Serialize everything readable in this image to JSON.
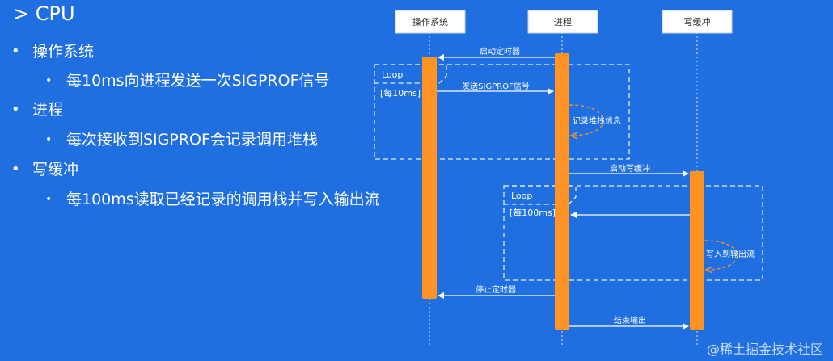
{
  "title": "> CPU",
  "bullets": [
    {
      "text": "操作系统",
      "sub": "每10ms向进程发送一次SIGPROF信号"
    },
    {
      "text": "进程",
      "sub": "每次接收到SIGPROF会记录调用堆栈"
    },
    {
      "text": "写缓冲",
      "sub": "每100ms读取已经记录的调用栈并写入输出流"
    }
  ],
  "diagram": {
    "participants": [
      "操作系统",
      "进程",
      "写缓冲"
    ],
    "messages": {
      "start_timer": "启动定时器",
      "send_signal": "发送SIGPROF信号",
      "record_stack": "记录堆栈信息",
      "start_buffer": "启动写缓冲",
      "write_output": "写入到输出流",
      "stop_timer": "停止定时器",
      "end_output": "结束输出"
    },
    "loops": [
      {
        "label": "Loop",
        "guard": "[每10ms]"
      },
      {
        "label": "Loop",
        "guard": "[每100ms]"
      }
    ]
  },
  "watermark": "@稀土掘金技术社区",
  "colors": {
    "background": "#1f6fe0",
    "activation": "#ff9425",
    "loop_border": "#e6ecf5"
  }
}
